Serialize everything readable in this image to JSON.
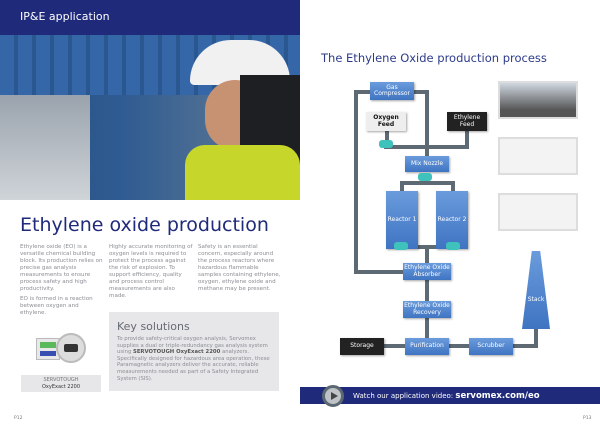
{
  "left_page": {
    "header": "IP&E application",
    "title": "Ethylene oxide production",
    "columns": [
      [
        "Ethylene oxide (EO) is a versatile chemical building block. Its production relies on precise gas analysis measurements to ensure process safety and high productivity.",
        "EO is formed in a reaction between oxygen and ethylene."
      ],
      [
        "Highly accurate monitoring of oxygen levels is required to protect the process against the risk of explosion. To support efficiency, quality and process control measurements are also made."
      ],
      [
        "Safety is an essential concern, especially around the process reactors where hazardous flammable samples containing ethylene, oxygen, ethylene oxide and methane may be present."
      ]
    ],
    "product": {
      "brand": "SERVOTOUGH",
      "model": "OxyExact 2200"
    },
    "key_solutions": {
      "title": "Key solutions",
      "text_before": "To provide safety-critical oxygen analysis, Servomex supplies a dual or triple-redundancy gas analysis system using ",
      "bold": "SERVOTOUGH OxyExact 2200",
      "text_after": " analyzers. Specifically designed for hazardous area operation, these Paramagnetic analyzers deliver the accurate, reliable measurements needed as part of a Safety Integrated System (SIS)."
    },
    "page_number": "P12"
  },
  "right_page": {
    "title": "The Ethylene Oxide production process",
    "diagram": {
      "gas_compressor": "Gas Compressor",
      "oxygen_feed": "Oxygen Feed",
      "ethylene_feed": "Ethylene Feed",
      "mix_nozzle": "Mix Nozzle",
      "reactor1": "Reactor 1",
      "reactor2": "Reactor 2",
      "absorber": "Ethylene Oxide Absorber",
      "recovery": "Ethylene Oxide Recovery",
      "storage": "Storage",
      "purification": "Purification",
      "scrubber": "Scrubber",
      "stack": "Stack"
    },
    "video": {
      "label": "Watch our application video: ",
      "link": "servomex.com/eo"
    },
    "page_number": "P13"
  },
  "colors": {
    "brand": "#1f2a7a",
    "pipe": "#5d6a74",
    "box": "#4a7fca",
    "valve": "#3fc2bb"
  }
}
